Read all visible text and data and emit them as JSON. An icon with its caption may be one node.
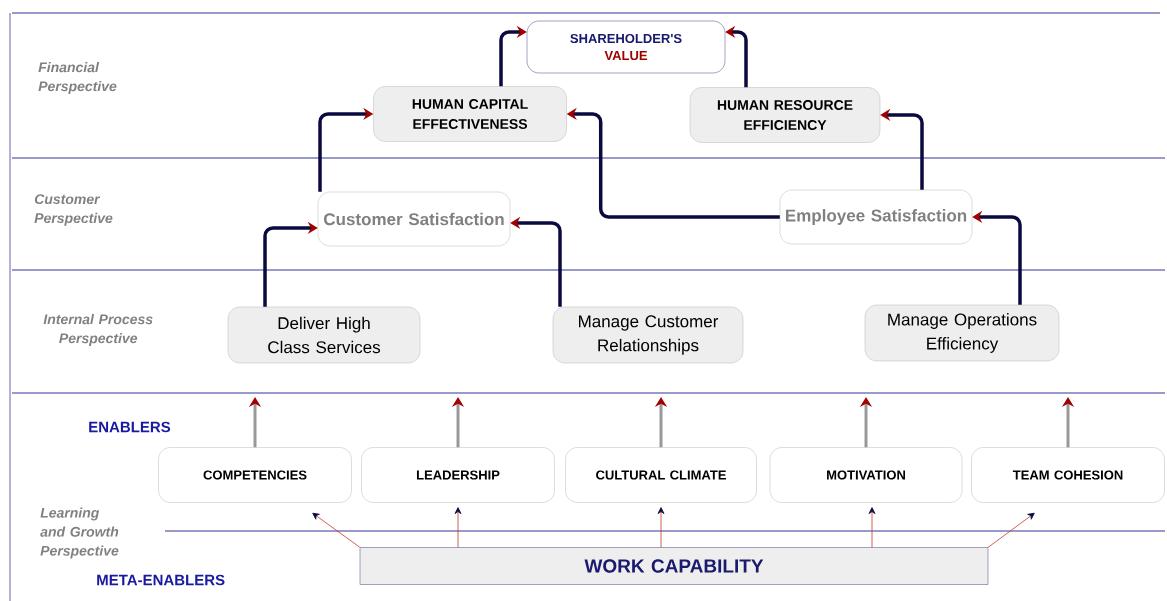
{
  "diagram": {
    "nodes": [
      {
        "text": [
          "SHAREHOLDER'S",
          "VALUE"
        ]
      },
      {
        "text": [
          "HUMAN CAPITAL EFFECTIVENESS"
        ]
      },
      {
        "text": [
          "HUMAN RESOURCE EFFICIENCY"
        ]
      },
      {
        "text": [
          "Customer Satisfaction"
        ]
      },
      {
        "text": [
          "Employee Satisfaction"
        ]
      },
      {
        "text": [
          "Deliver High Class Services"
        ]
      },
      {
        "text": [
          "Manage Customer Relationships"
        ]
      },
      {
        "text": [
          "Manage Operations Efficiency"
        ]
      },
      {
        "text": [
          "COMPETENCIES"
        ]
      },
      {
        "text": [
          "LEADERSHIP"
        ]
      },
      {
        "text": [
          "CULTURAL CLIMATE"
        ]
      },
      {
        "text": [
          "MOTIVATION"
        ]
      },
      {
        "text": [
          "TEAM COHESION"
        ]
      },
      {
        "text": [
          "WORK CAPABILITY"
        ]
      }
    ],
    "edges": [
      {
        "from": 1,
        "to": 0,
        "arrow": "to"
      },
      {
        "from": 2,
        "to": 0,
        "arrow": "to"
      },
      {
        "from": 3,
        "to": 1,
        "arrow": "to"
      },
      {
        "from": 4,
        "to": 1,
        "arrow": "to"
      },
      {
        "from": 4,
        "to": 2,
        "arrow": "to"
      },
      {
        "from": 5,
        "to": 3,
        "arrow": "to"
      },
      {
        "from": 6,
        "to": 3,
        "arrow": "to"
      },
      {
        "from": 7,
        "to": 4,
        "arrow": "to"
      },
      {
        "from": 8,
        "to": null,
        "arrow": "to",
        "color": "#999999"
      },
      {
        "from": 9,
        "to": null,
        "arrow": "to",
        "color": "#999999"
      },
      {
        "from": 10,
        "to": null,
        "arrow": "to",
        "color": "#999999"
      },
      {
        "from": 11,
        "to": null,
        "arrow": "to",
        "color": "#999999"
      },
      {
        "from": 12,
        "to": null,
        "arrow": "to",
        "color": "#999999"
      },
      {
        "from": 13,
        "to": 8,
        "arrow": "to",
        "color": "#c0392b"
      },
      {
        "from": 13,
        "to": 9,
        "arrow": "to",
        "color": "#c0392b"
      },
      {
        "from": 13,
        "to": 10,
        "arrow": "to",
        "color": "#c0392b"
      },
      {
        "from": 13,
        "to": 11,
        "arrow": "to",
        "color": "#c0392b"
      },
      {
        "from": 13,
        "to": 12,
        "arrow": "to",
        "color": "#c0392b"
      }
    ],
    "labels": [
      "Financial Perspective",
      "Customer Perspective",
      "Internal Process Perspective",
      "ENABLERS",
      "Learning and Growth Perspective",
      "META-ENABLERS"
    ]
  }
}
